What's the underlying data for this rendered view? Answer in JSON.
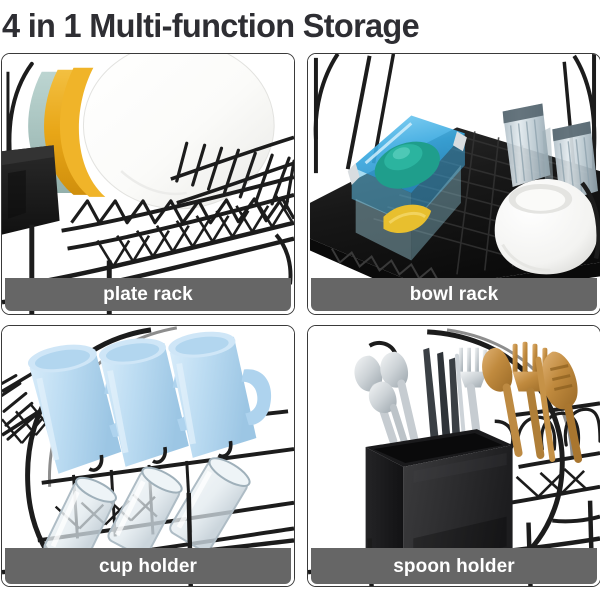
{
  "header": {
    "title": "4 in 1 Multi-function Storage"
  },
  "palette": {
    "background": "#ffffff",
    "title_color": "#2e2e33",
    "caption_bar": "#666666",
    "caption_text": "#ffffff",
    "panel_border": "#3a3a3a",
    "rack_black": "#1c1c1c",
    "plate_white": "#fdfdfb",
    "plate_amber": "#e8a617",
    "plate_amber_light": "#f2bc3c",
    "plate_teal": "#a9c5c1",
    "container_lid_blue": "#4fb3e8",
    "container_bowl_teal": "#1f9e8c",
    "container_food_yellow": "#e8bf2e",
    "glass_clear": "#c9d4da",
    "bowl_white": "#f6f6f4",
    "mug_blue": "#bcdcf2",
    "cutlery_silver": "#cfd3d6",
    "cutlery_gold": "#c08a3e"
  },
  "panels": [
    {
      "id": "plate-rack",
      "caption": "plate rack",
      "scene": "Dish rack tier holding a large white plate with amber and teal plates leaning behind it on black wire dividers"
    },
    {
      "id": "bowl-rack",
      "caption": "bowl rack",
      "scene": "Black drainer tray with a blue-lidded glass food container, two clear tumblers upside down and a white bowl"
    },
    {
      "id": "cup-holder",
      "caption": "cup holder",
      "scene": "Three light blue mugs hanging upside down from hooks with three clear glasses resting below"
    },
    {
      "id": "spoon-holder",
      "caption": "spoon holder",
      "scene": "Black rectangular utensil caddy filled with silver and gold forks, spoons and knives"
    }
  ]
}
